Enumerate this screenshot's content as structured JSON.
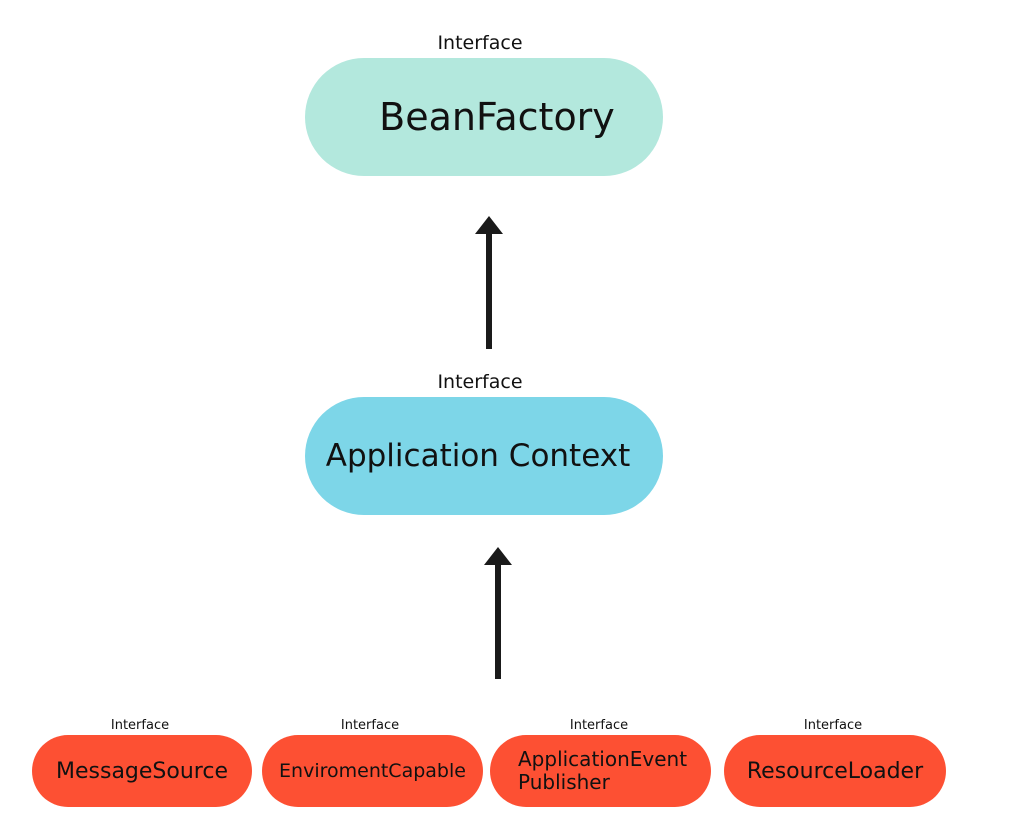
{
  "diagram": {
    "top_node": {
      "stereotype": "Interface",
      "name": "BeanFactory",
      "color": "#b3e8dd"
    },
    "middle_node": {
      "stereotype": "Interface",
      "name": "Application Context",
      "color": "#7dd6e8"
    },
    "bottom_nodes": [
      {
        "stereotype": "Interface",
        "name": "MessageSource"
      },
      {
        "stereotype": "Interface",
        "name": "EnviromentCapable"
      },
      {
        "stereotype": "Interface",
        "name_line1": "ApplicationEvent",
        "name_line2": "Publisher"
      },
      {
        "stereotype": "Interface",
        "name": "ResourceLoader"
      }
    ],
    "bottom_node_color": "#fd5033",
    "arrow_color": "#1a1a1a"
  }
}
